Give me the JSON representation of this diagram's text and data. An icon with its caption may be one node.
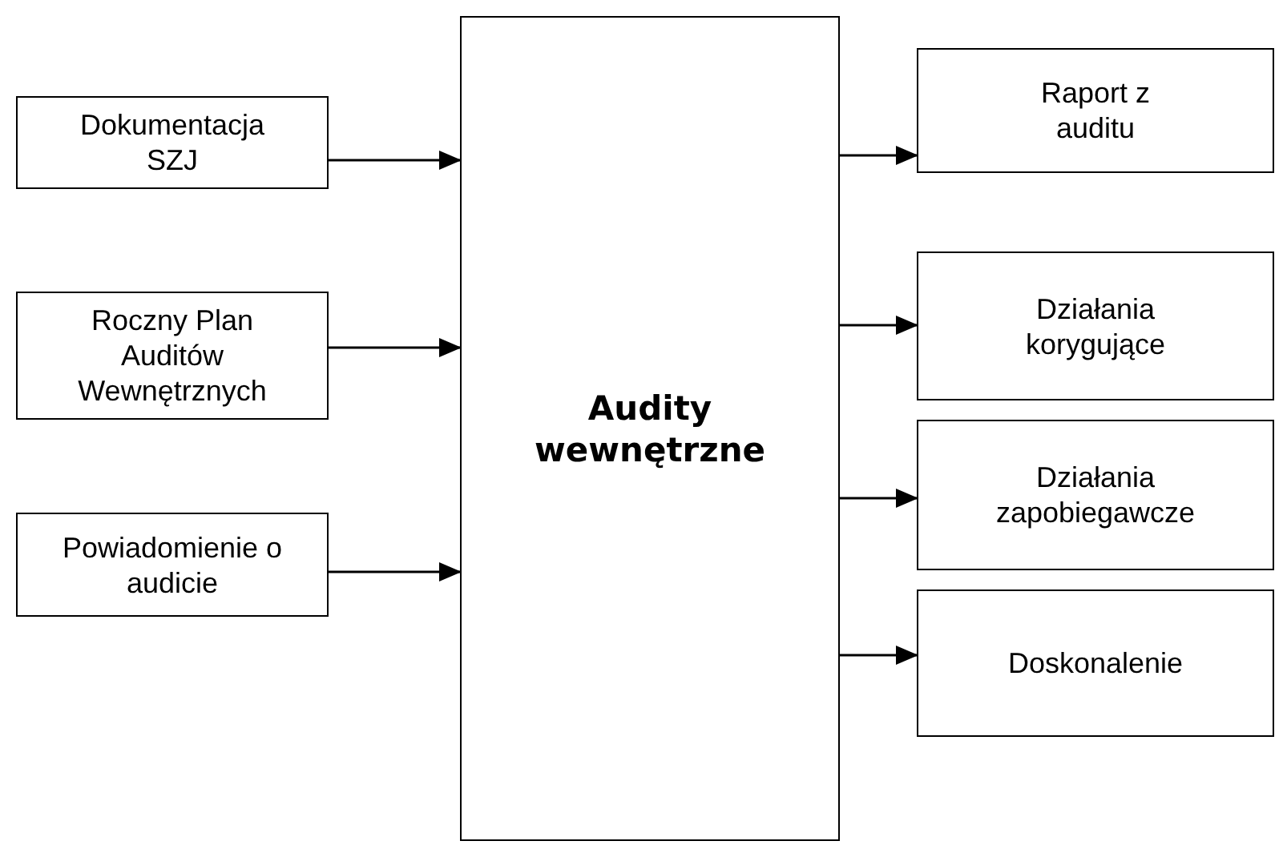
{
  "diagram": {
    "nodes": [
      {
        "text": [
          "Dokumentacja SZJ"
        ]
      },
      {
        "text": [
          "Roczny Plan Auditów Wewnętrznych"
        ]
      },
      {
        "text": [
          "Powiadomienie o audicie"
        ]
      },
      {
        "text": [
          "Audity wewnętrzne"
        ]
      },
      {
        "text": [
          "Raport z auditu"
        ]
      },
      {
        "text": [
          "Działania korygujące"
        ]
      },
      {
        "text": [
          "Działania zapobiegawcze"
        ]
      },
      {
        "text": [
          "Doskonalenie"
        ]
      }
    ],
    "edges": [
      {
        "from": 0,
        "to": 3,
        "arrow": "to"
      },
      {
        "from": 1,
        "to": 3,
        "arrow": "to"
      },
      {
        "from": 2,
        "to": 3,
        "arrow": "to"
      },
      {
        "from": 3,
        "to": 4,
        "arrow": "to"
      },
      {
        "from": 3,
        "to": 5,
        "arrow": "to"
      },
      {
        "from": 3,
        "to": 6,
        "arrow": "to"
      },
      {
        "from": 3,
        "to": 7,
        "arrow": "to"
      }
    ]
  }
}
